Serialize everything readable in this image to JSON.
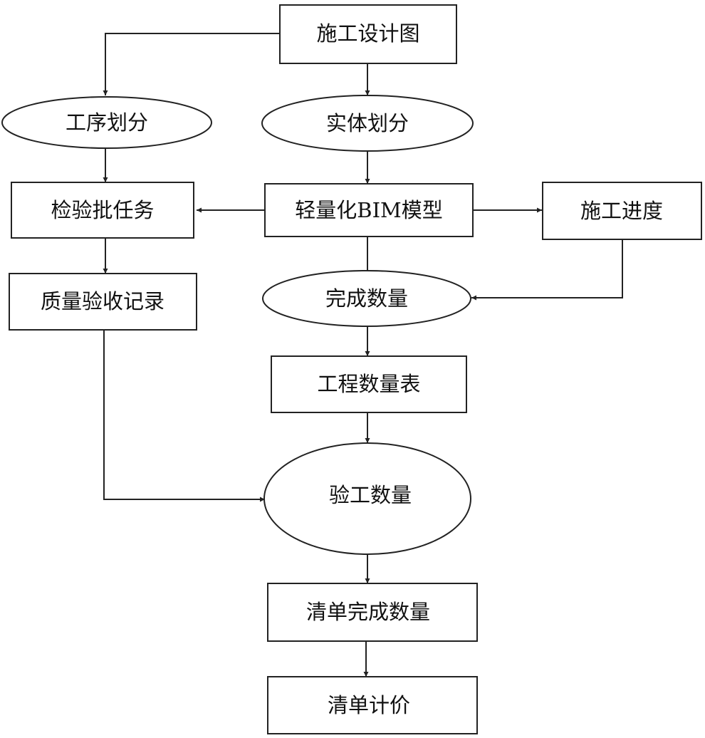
{
  "nodes": {
    "design_drawings": "施工设计图",
    "process_division": "工序划分",
    "entity_division": "实体划分",
    "inspection_lot_task": "检验批任务",
    "lightweight_bim_model": "轻量化BIM模型",
    "construction_progress": "施工进度",
    "quality_acceptance_record": "质量验收记录",
    "completed_quantity": "完成数量",
    "engineering_quantity_table": "工程数量表",
    "acceptance_quantity": "验工数量",
    "bill_completed_quantity": "清单完成数量",
    "bill_pricing": "清单计价"
  }
}
